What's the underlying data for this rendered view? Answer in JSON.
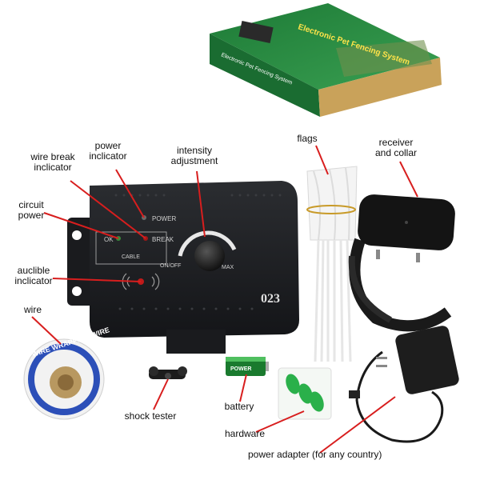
{
  "box": {
    "title": "Electronic Pet Fencing System",
    "subtitle": "Electronic Pet Fencing System"
  },
  "controller": {
    "led_power": "POWER",
    "led_break": "BREAK",
    "led_ok": "OK",
    "cable": "CABLE",
    "on_off": "ON/OFF",
    "max": "MAX",
    "model": "023"
  },
  "spool_text": "WIRE WRAPPING WIRE",
  "battery_text": "POWER",
  "labels": {
    "power_indicator": [
      "power",
      "inclicator"
    ],
    "wire_break_indicator": [
      "wire break",
      "inclicator"
    ],
    "intensity_adjustment": [
      "intensity",
      "adjustment"
    ],
    "circuit_power": [
      "circuit",
      "power"
    ],
    "audible_indicator": [
      "auclible",
      "inclicator"
    ],
    "flags": "flags",
    "receiver_and_collar": [
      "receiver",
      "and collar"
    ],
    "wire": "wire",
    "shock_tester": "shock tester",
    "battery": "battery",
    "hardware": "hardware",
    "power_adapter": "power adapter (for any country)"
  },
  "colors": {
    "callout_line": "#d81e1e",
    "device": "#1c1d20",
    "box_green": "#1f8a3a",
    "box_side": "#c9a25a",
    "spool_blue": "#2c4fb8"
  }
}
